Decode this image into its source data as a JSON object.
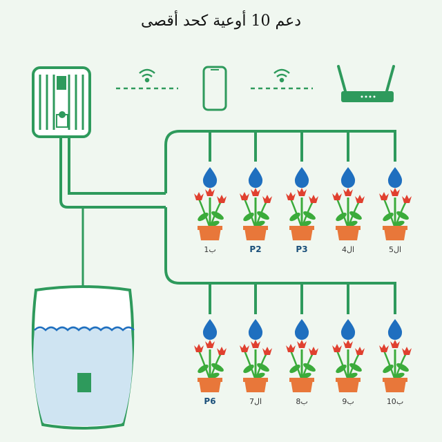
{
  "title": "دعم 10 أوعية كحد أقصى",
  "colors": {
    "pipe": "#2e9a5c",
    "background": "#f0f7f0",
    "drop": "#1f6fbf",
    "pot": "#e8773a",
    "flower": "#e0402f",
    "leaf": "#3bab3b",
    "water": "#cfe4f2"
  },
  "icons": [
    "pump-icon",
    "wifi-icon",
    "phone-icon",
    "router-icon",
    "water-tank-icon"
  ],
  "plants_row1": [
    {
      "label": "1ب",
      "bold": false
    },
    {
      "label": "P2",
      "bold": true
    },
    {
      "label": "P3",
      "bold": true
    },
    {
      "label": "4ال",
      "bold": false
    },
    {
      "label": "5ال",
      "bold": false
    }
  ],
  "plants_row2": [
    {
      "label": "P6",
      "bold": true
    },
    {
      "label": "7ال",
      "bold": false
    },
    {
      "label": "8ب",
      "bold": false
    },
    {
      "label": "9ب",
      "bold": false
    },
    {
      "label": "10ب",
      "bold": false
    }
  ]
}
